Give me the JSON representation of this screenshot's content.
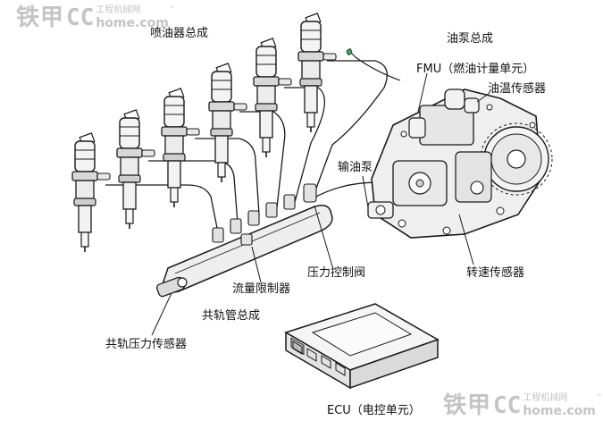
{
  "watermark": {
    "brand": "铁甲",
    "letters": "CC",
    "site_cn": "工程机械网",
    "site_en": "home.com",
    "tm": "™"
  },
  "labels": {
    "injector_assembly": "喷油器总成",
    "pump_assembly": "油泵总成",
    "fmu": "FMU（燃油计量单元）",
    "oil_temp_sensor": "油温传感器",
    "feed_pump": "输油泵",
    "pressure_control_valve": "压力控制阀",
    "speed_sensor": "转速传感器",
    "flow_limiter": "流量限制器",
    "common_rail_assembly": "共轨管总成",
    "rail_pressure_sensor": "共轨压力传感器",
    "ecu": "ECU（电控单元）"
  },
  "colors": {
    "line": "#1a1a1a",
    "watermark": "#c4c4c4",
    "accent_dot": "#3aa35a"
  }
}
